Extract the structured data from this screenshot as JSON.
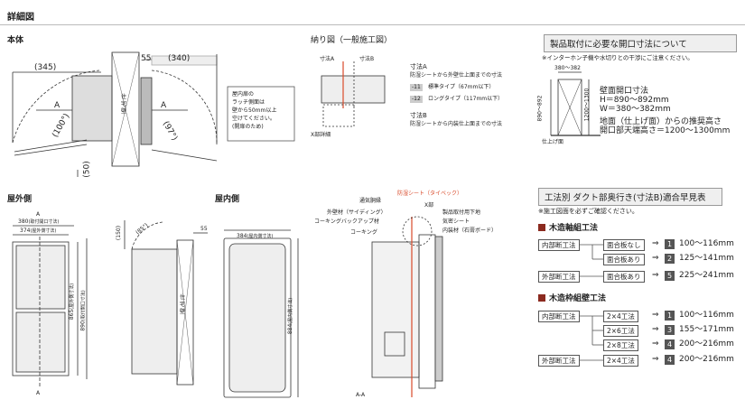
{
  "page_title": "詳細図",
  "main_view": {
    "title": "本体",
    "dim_345": "(345)",
    "dim_340": "(340)",
    "dim_55": "55",
    "dim_50": "(50)",
    "angle_100": "(100°)",
    "angle_97": "(97°)",
    "label_a": "A",
    "wall_label": "住宅壁",
    "note": "屋内扉の\nラッチ側面は\n壁から50mm以上\n空けてください。\n(開扉のため)"
  },
  "section": {
    "title": "納り図（一般施工図）",
    "label_a": "寸法A",
    "label_b": "寸法B",
    "x_detail": "X部詳細",
    "legend_a_title": "寸法A",
    "legend_a_desc": "防湿シートから外壁仕上面までの寸法",
    "legend_a_11_code": "-11",
    "legend_a_11": "標準タイプ（67mm以下）",
    "legend_a_12_code": "-12",
    "legend_a_12": "ロングタイプ（117mm以下）",
    "legend_b_title": "寸法B",
    "legend_b_desc": "防湿シートから内装仕上面までの寸法"
  },
  "opening": {
    "title": "製品取付に必要な開口寸法について",
    "note": "※インターホン子機や水切りとの干渉にご注意ください。",
    "dim_top": "380～382",
    "dim_left": "890～892",
    "dim_inner": "1200～1300",
    "floor": "仕上げ面",
    "spec_title": "壁面開口寸法",
    "spec_h": "H＝890～892mm",
    "spec_w": "W＝380～382mm",
    "rec_title": "地面（仕上げ面）からの推奨高さ",
    "rec_value": "開口部天端高さ＝1200～1300mm"
  },
  "outdoor": {
    "title": "屋外側",
    "label_a": "A",
    "dim_380": "380",
    "dim_380_sub": "(取付開口寸法)",
    "dim_374": "374",
    "dim_374_sub": "(屋外側寸法)",
    "dim_865": "865",
    "dim_865_sub": "(屋外側寸法)",
    "dim_890": "890",
    "dim_890_sub": "(取付開口寸法)"
  },
  "side": {
    "dim_150": "(150)",
    "angle_85": "(85°)",
    "dim_55": "55",
    "wall_label": "住宅壁"
  },
  "indoor": {
    "title": "屋内側",
    "dim_384": "384",
    "dim_384_sub": "(屋内側寸法)",
    "dim_884": "884",
    "dim_884_sub": "(屋内側寸法)"
  },
  "aa_section": {
    "label_vapor": "防湿シート（タイベック）",
    "label_vent": "通気胴縁",
    "label_x": "X部",
    "label_siding": "外壁材（サイディング）",
    "label_backup": "コーキングバックアップ材",
    "label_caulk": "コーキング",
    "label_mount": "製品取付用下地",
    "label_sheet": "気密シート",
    "label_interior": "内装材（石膏ボード）",
    "label_aa": "A-A"
  },
  "quick_table": {
    "title": "工法別 ダクト部奥行き(寸法B)適合早見表",
    "note": "※施工図面を必ずご確認ください。",
    "group1": {
      "title": "木造軸組工法",
      "rows": [
        {
          "method": "内部断工法",
          "cond": "面合板なし",
          "num": "1",
          "range": "100～116mm"
        },
        {
          "method": "",
          "cond": "面合板あり",
          "num": "2",
          "range": "125～141mm"
        },
        {
          "method": "外部断工法",
          "cond": "面合板あり",
          "num": "5",
          "range": "225～241mm"
        }
      ]
    },
    "group2": {
      "title": "木造枠組壁工法",
      "rows": [
        {
          "method": "内部断工法",
          "cond": "2×4工法",
          "num": "1",
          "range": "100～116mm"
        },
        {
          "method": "",
          "cond": "2×6工法",
          "num": "3",
          "range": "155～171mm"
        },
        {
          "method": "",
          "cond": "2×8工法",
          "num": "4",
          "range": "200～216mm"
        },
        {
          "method": "外部断工法",
          "cond": "2×4工法",
          "num": "4",
          "range": "200～216mm"
        }
      ]
    },
    "arrow": "⇒"
  },
  "colors": {
    "accent": "#8b2a1f",
    "line": "#333333",
    "vapor": "#d94a2a"
  }
}
